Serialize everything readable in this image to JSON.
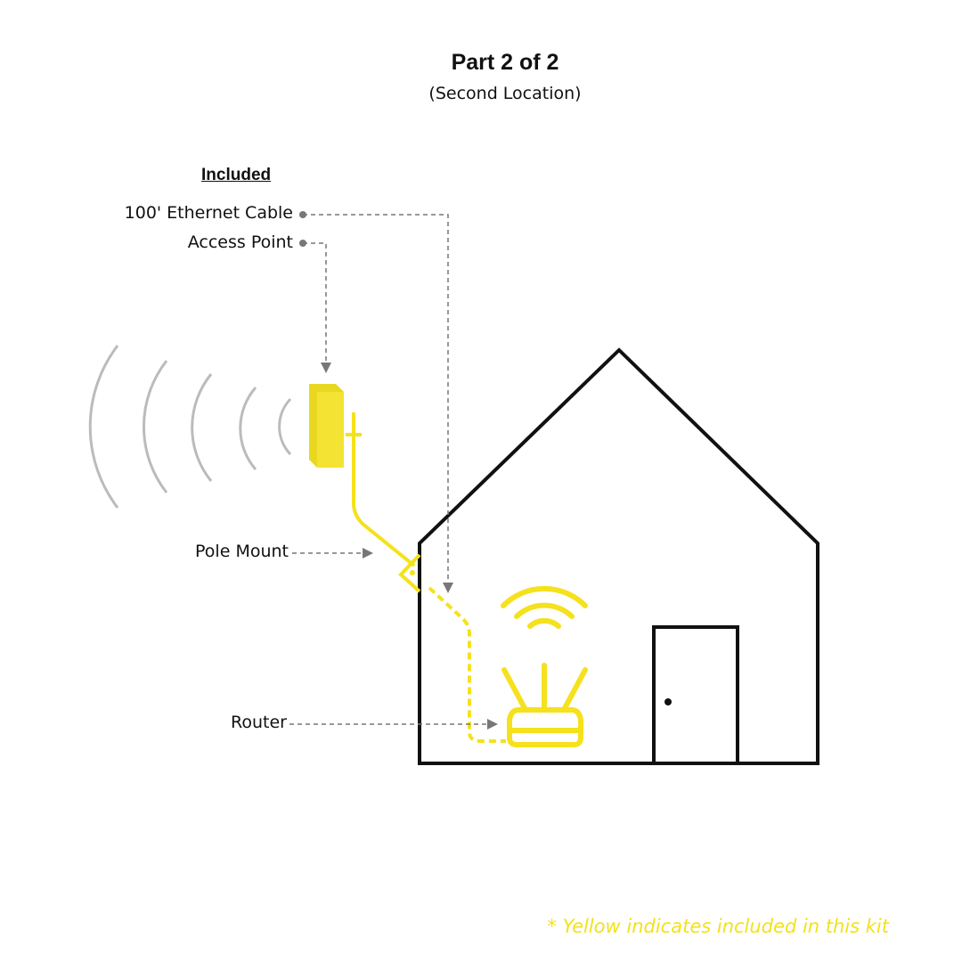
{
  "header": {
    "title": "Part 2 of 2",
    "subtitle": "(Second Location)"
  },
  "legend": {
    "heading": "Included",
    "items": [
      {
        "label": "100' Ethernet Cable"
      },
      {
        "label": "Access Point"
      },
      {
        "label": "Pole Mount"
      },
      {
        "label": "Router"
      }
    ]
  },
  "footnote": "* Yellow indicates included in this kit",
  "colors": {
    "included": "#f5e11c",
    "house": "#111111",
    "leader": "#777777",
    "signal": "#bbbbbb"
  }
}
